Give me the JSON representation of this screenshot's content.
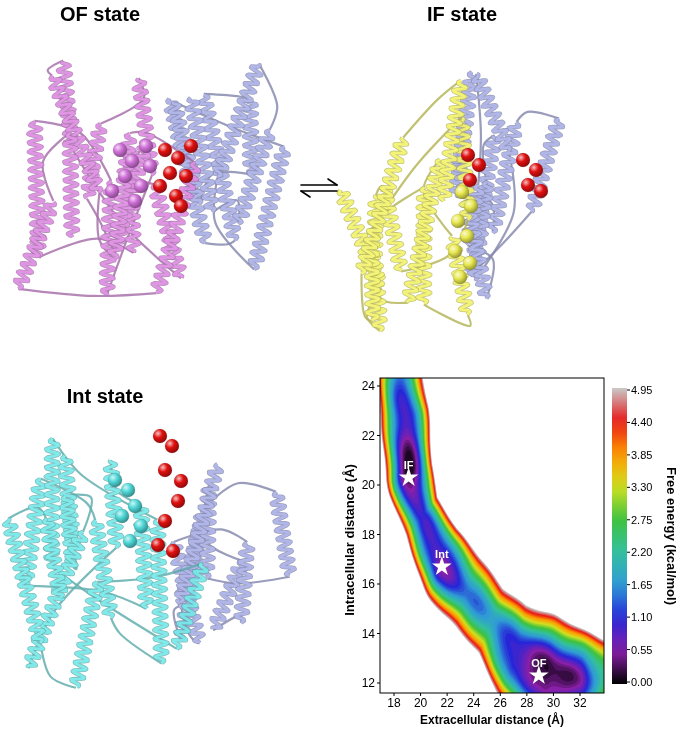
{
  "diagram": {
    "nodes": [
      {
        "text": [
          "OF state"
        ]
      },
      {
        "text": [
          "IF state"
        ]
      },
      {
        "text": [
          "Int state"
        ]
      }
    ],
    "edges": [
      {
        "from": 0,
        "to": 1,
        "arrow": "both"
      }
    ],
    "labels": [
      "Intracellular distance (Å)",
      "Extracellular distance (Å)",
      "Free energy (kcal/mol)",
      "12",
      "14",
      "16",
      "18",
      "20",
      "22",
      "24",
      "18",
      "20",
      "22",
      "24",
      "26",
      "28",
      "30",
      "32",
      "0.00",
      "0.55",
      "1.10",
      "1.65",
      "2.20",
      "2.75",
      "3.30",
      "3.85",
      "4.40",
      "4.95",
      "IF",
      "Int",
      "OF"
    ]
  }
}
